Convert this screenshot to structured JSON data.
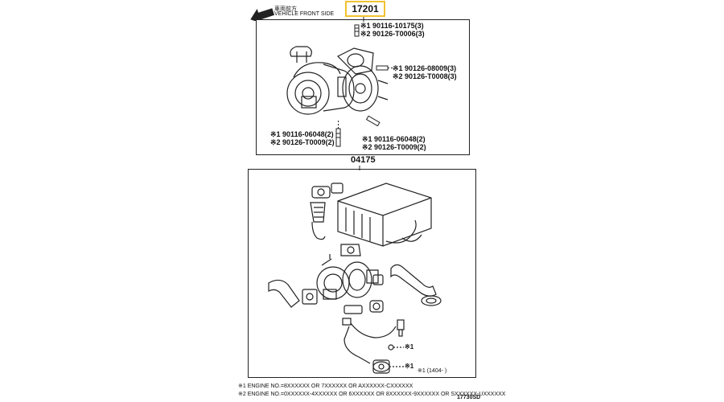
{
  "direction": {
    "jp": "車両前方",
    "en": "VEHICLE FRONT SIDE"
  },
  "upper_part": {
    "part_no": "17201",
    "callouts": [
      {
        "lines": [
          "※1 90116-10175(3)",
          "※2 90126-T0006(3)"
        ]
      },
      {
        "lines": [
          "※1 90126-08009(3)",
          "※2 90126-T0008(3)"
        ]
      },
      {
        "lines": [
          "※1 90116-06048(2)",
          "※2 90126-T0009(2)"
        ]
      },
      {
        "lines": [
          "※1 90116-06048(2)",
          "※2 90126-T0009(2)"
        ]
      }
    ]
  },
  "lower_part": {
    "part_no": "04175",
    "callouts": [
      {
        "text": "※1"
      },
      {
        "text": "※1"
      },
      {
        "text": "※1 (1404-     )"
      }
    ]
  },
  "footnotes": [
    "※1 ENGINE NO.=8XXXXXX OR 7XXXXXX OR AXXXXXX-CXXXXXX",
    "※2 ENGINE NO.=0XXXXXX-4XXXXXX OR 6XXXXXX OR 8XXXXXX-9XXXXXX OR SXXXXXX-UXXXXXX"
  ],
  "figure_id": "17730SD"
}
